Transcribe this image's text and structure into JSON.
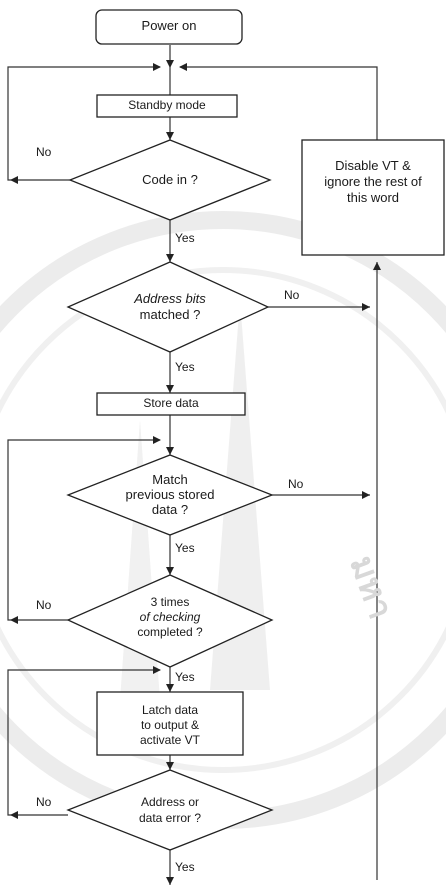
{
  "nodes": {
    "power_on": "Power on",
    "standby": "Standby mode",
    "code_in": "Code in ?",
    "address_bits_line1": "Address bits",
    "address_bits_line2": "matched ?",
    "store_data": "Store data",
    "match_line1": "Match",
    "match_line2": "previous stored",
    "match_line3": "data ?",
    "three_times_line1": "3 times",
    "three_times_line2": "of checking",
    "three_times_line3": "completed ?",
    "latch_line1": "Latch data",
    "latch_line2": "to output &",
    "latch_line3": "activate VT",
    "addr_err_line1": "Address or",
    "addr_err_line2": "data error ?",
    "disable_line1": "Disable VT &",
    "disable_line2": "ignore the rest of",
    "disable_line3": "this word"
  },
  "edge_labels": {
    "no": "No",
    "yes": "Yes"
  },
  "watermark": {
    "glyphs": "มหา"
  },
  "colors": {
    "line": "#333333",
    "watermark": "#d8d8d8"
  }
}
